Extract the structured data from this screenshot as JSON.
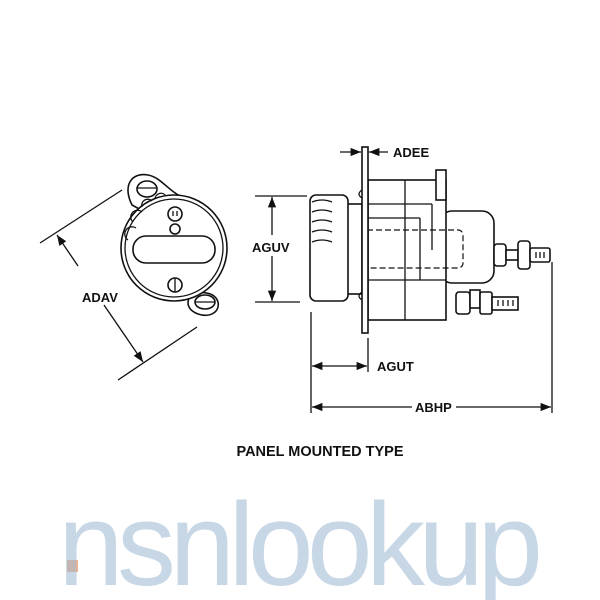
{
  "labels": {
    "adav": "ADAV",
    "adee": "ADEE",
    "aguv": "AGUV",
    "agut": "AGUT",
    "abhp": "ABHP"
  },
  "caption": "PANEL MOUNTED TYPE",
  "watermark": {
    "text": "nsnlookup",
    "color": "#9bb8d3",
    "dot_color": "#f0a070"
  }
}
